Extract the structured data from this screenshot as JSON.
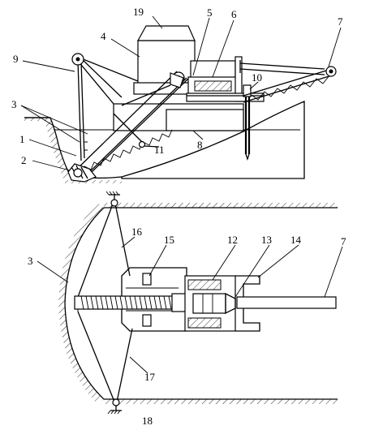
{
  "upper_view": {
    "labels": [
      "1",
      "2",
      "3",
      "4",
      "5",
      "6",
      "7",
      "8",
      "9",
      "10",
      "11",
      "19"
    ]
  },
  "lower_view": {
    "labels": [
      "3",
      "7",
      "12",
      "13",
      "14",
      "15",
      "16",
      "17",
      "18"
    ]
  }
}
